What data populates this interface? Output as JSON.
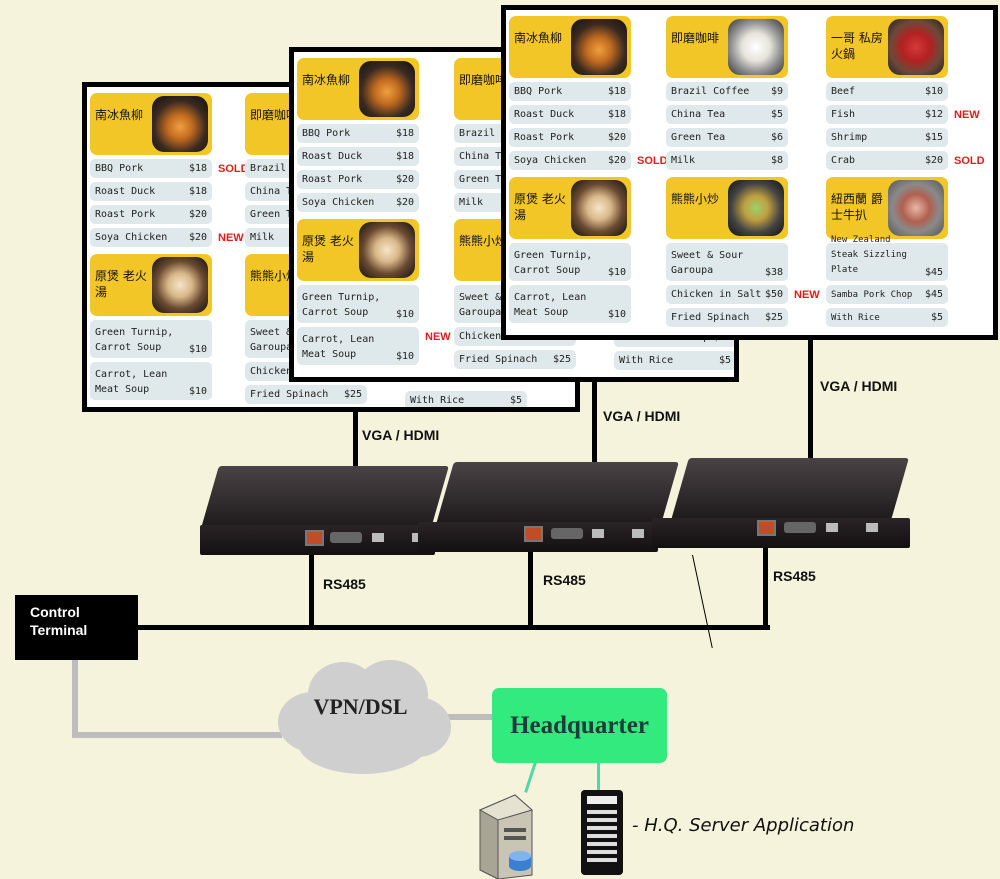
{
  "labels": {
    "vga1": "VGA / HDMI",
    "vga2": "VGA / HDMI",
    "vga3": "VGA / HDMI",
    "rs1": "RS485",
    "rs2": "RS485",
    "rs3": "RS485",
    "control": "Control Terminal",
    "vpn": "VPN/DSL",
    "hq": "Headquarter",
    "hq_app": "- H.Q. Server Application"
  },
  "menu": {
    "col1": {
      "h1": "南冰魚柳",
      "r1": {
        "name": "BBQ Pork",
        "price": "$18",
        "tag": "SOLD"
      },
      "r2": {
        "name": "Roast Duck",
        "price": "$18"
      },
      "r3": {
        "name": "Roast Pork",
        "price": "$20"
      },
      "r4": {
        "name": "Soya Chicken",
        "price": "$20",
        "tag": "NEW"
      },
      "h2": "原煲 老火湯",
      "r5": {
        "name": "Green Turnip, Carrot Soup",
        "price": "$10"
      },
      "r6": {
        "name": "Carrot, Lean Meat Soup",
        "price": "$10"
      }
    },
    "col2": {
      "h1": "即磨咖啡",
      "r1": {
        "name": "Brazil Coffee",
        "price": "$9"
      },
      "r2": {
        "name": "China Tea",
        "price": "$5"
      },
      "r3": {
        "name": "Green Tea",
        "price": "$6"
      },
      "r4": {
        "name": "Milk",
        "price": "$8"
      },
      "h2": "熊熊小炒",
      "r5": {
        "name": "Sweet & Sour Garoupa",
        "price": "$38"
      },
      "r6": {
        "name": "Chicken in Salt",
        "price": "$50",
        "tag": "NEW"
      },
      "r7": {
        "name": "Fried Spinach",
        "price": "$25"
      }
    },
    "col3": {
      "h1": "一哥 私房火鍋",
      "r1": {
        "name": "Beef",
        "price": "$10"
      },
      "r2": {
        "name": "Fish",
        "price": "$12",
        "tag": "NEW"
      },
      "r3": {
        "name": "Shrimp",
        "price": "$15"
      },
      "r4": {
        "name": "Crab",
        "price": "$20",
        "tag": "SOLD"
      },
      "h2": "紐西蘭 爵士牛扒",
      "r5": {
        "name": "New Zealand Steak Sizzling Plate",
        "price": "$45"
      },
      "r6": {
        "name": "Samba Pork Chop",
        "price": "$45"
      },
      "r7": {
        "name": "With Rice",
        "price": "$5"
      }
    }
  },
  "colors": {
    "background": "#f5f3dc",
    "menu_header": "#f3c628",
    "menu_row": "#dfe8ea",
    "tag": "#e21b1b",
    "hq_box": "#33ea7f",
    "gray_link": "#bdbdbd"
  }
}
